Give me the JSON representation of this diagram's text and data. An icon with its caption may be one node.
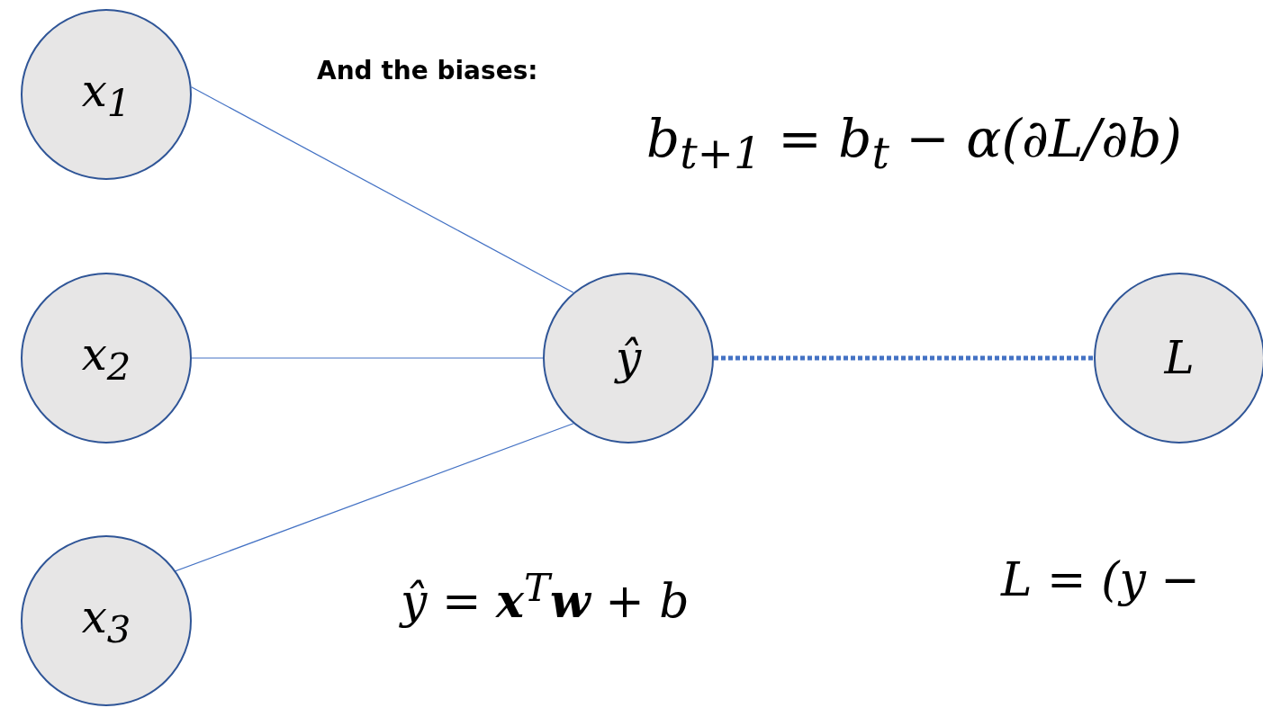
{
  "diagram": {
    "nodes": [
      {
        "text": [
          "x$_{1}$"
        ]
      },
      {
        "text": [
          "x$_{2}$"
        ]
      },
      {
        "text": [
          "x$_{3}$"
        ]
      },
      {
        "text": [
          "ŷ"
        ]
      },
      {
        "text": [
          "L"
        ]
      }
    ],
    "edges": [
      {
        "from": 0,
        "to": 3,
        "arrow": "none"
      },
      {
        "from": 1,
        "to": 3,
        "arrow": "none"
      },
      {
        "from": 2,
        "to": 3,
        "arrow": "none"
      },
      {
        "from": 3,
        "to": 4,
        "arrow": "none",
        "style": "dashed"
      }
    ],
    "labels": [
      "And the biases:",
      "b$_{t+1}$ = b$_{t}$ − α(∂L/∂b)",
      "ŷ = **x**$^{T}$**w** + b",
      "L = (y −"
    ]
  }
}
